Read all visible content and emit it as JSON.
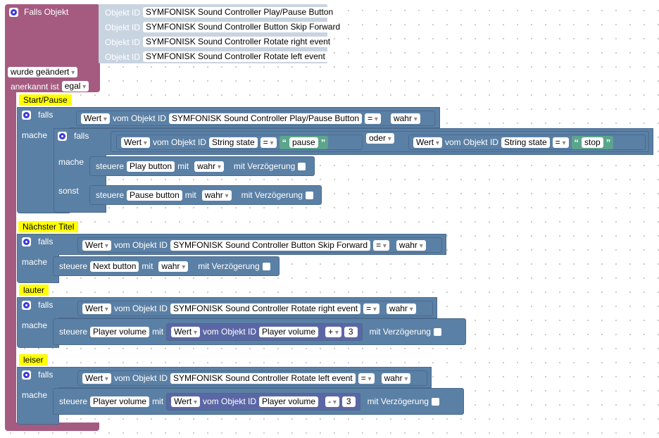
{
  "event": {
    "title": "Falls Objekt",
    "changed": "wurde geändert",
    "ack_label": "anerkannt ist",
    "ack_value": "egal",
    "ids": [
      {
        "label": "Objekt ID",
        "value": "SYMFONISK Sound Controller Play/Pause Button"
      },
      {
        "label": "Objekt ID",
        "value": "SYMFONISK Sound Controller Button Skip Forward"
      },
      {
        "label": "Objekt ID",
        "value": "SYMFONISK Sound Controller Rotate right event"
      },
      {
        "label": "Objekt ID",
        "value": "SYMFONISK Sound Controller Rotate left event"
      }
    ]
  },
  "common": {
    "falls": "falls",
    "mache": "mache",
    "sonst": "sonst",
    "wert": "Wert",
    "vom": "vom Objekt ID",
    "eq": "=",
    "wahr": "wahr",
    "oder": "oder",
    "steuere": "steuere",
    "mit": "mit",
    "delay": "mit Verzögerung"
  },
  "b1": {
    "comment": "Start/Pause",
    "obj": "SYMFONISK Sound Controller Play/Pause Button",
    "inner": {
      "a_obj": "String state",
      "a_str": "pause",
      "b_obj": "String state",
      "b_str": "stop",
      "then_target": "Play button",
      "then_val": "wahr",
      "else_target": "Pause button",
      "else_val": "wahr"
    }
  },
  "b2": {
    "comment": "Nächster Titel",
    "obj": "SYMFONISK Sound Controller Button Skip Forward",
    "target": "Next button",
    "val": "wahr"
  },
  "b3": {
    "comment": "lauter",
    "obj": "SYMFONISK Sound Controller Rotate right event",
    "target": "Player volume",
    "src": "Player volume",
    "op": "+",
    "num": "3"
  },
  "b4": {
    "comment": "leiser",
    "obj": "SYMFONISK Sound Controller Rotate left event",
    "target": "Player volume",
    "src": "Player volume",
    "op": "-",
    "num": "3"
  }
}
